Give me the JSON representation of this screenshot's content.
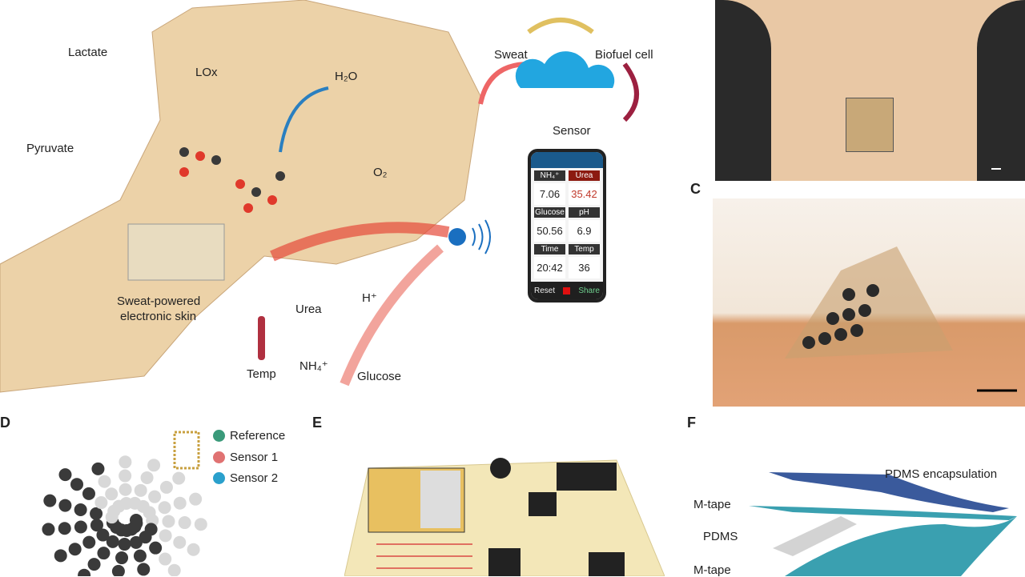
{
  "panel_a": {
    "labels": {
      "lactate": "Lactate",
      "lox": "LOx",
      "pyruvate": "Pyruvate",
      "h2o": "H₂O",
      "o2": "O₂",
      "sweat_skin_1": "Sweat-powered",
      "sweat_skin_2": "electronic skin",
      "urea": "Urea",
      "h_plus": "H⁺",
      "temp": "Temp",
      "nh4": "NH₄⁺",
      "glucose": "Glucose"
    },
    "cycle": {
      "sweat": "Sweat",
      "biofuel": "Biofuel cell",
      "sensor": "Sensor"
    },
    "phone": {
      "cells": [
        {
          "label": "NH₄⁺",
          "value": "7.06"
        },
        {
          "label": "Urea",
          "value": "35.42"
        },
        {
          "label": "Glucose",
          "value": "50.56"
        },
        {
          "label": "pH",
          "value": "6.9"
        },
        {
          "label": "Time",
          "value": "20:42"
        },
        {
          "label": "Temp",
          "value": "36"
        }
      ],
      "reset": "Reset",
      "share": "Share"
    }
  },
  "panel_labels": {
    "c": "C",
    "d": "D",
    "e": "E",
    "f": "F"
  },
  "panel_d": {
    "legend": [
      {
        "label": "Reference",
        "color": "#3a9a7a"
      },
      {
        "label": "Sensor 1",
        "color": "#e07272"
      },
      {
        "label": "Sensor 2",
        "color": "#2aa0cc"
      }
    ]
  },
  "panel_f": {
    "labels": {
      "pdms_enc": "PDMS encapsulation",
      "mtape1": "M-tape",
      "pdms": "PDMS",
      "mtape2": "M-tape"
    }
  }
}
